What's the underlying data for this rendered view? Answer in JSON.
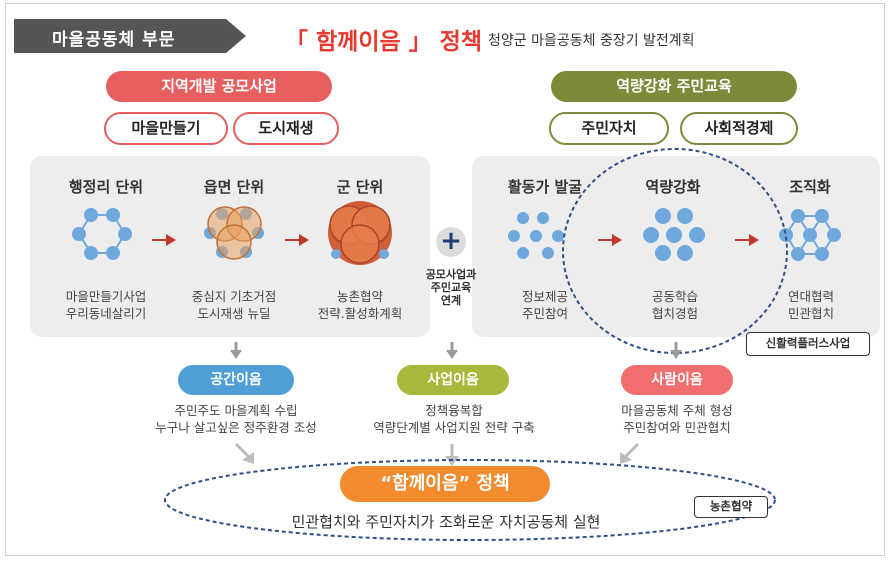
{
  "header": {
    "section_label": "마을공동체 부문",
    "policy_title": "「 함께이음 」 정책",
    "plan_title": "청양군 마을공동체 중장기 발전계획"
  },
  "left_group": {
    "heading": "지역개발 공모사업",
    "tags": [
      "마을만들기",
      "도시재생"
    ],
    "steps": [
      {
        "title": "행정리 단위",
        "desc": [
          "마을만들기사업",
          "우리동네살리기"
        ]
      },
      {
        "title": "읍면 단위",
        "desc": [
          "중심지 기초거점",
          "도시재생 뉴딜"
        ]
      },
      {
        "title": "군 단위",
        "desc": [
          "농촌협약",
          "전략.활성화계획"
        ]
      }
    ]
  },
  "connector": {
    "plus": "+",
    "label": [
      "공모사업과",
      "주민교육",
      "연계"
    ]
  },
  "right_group": {
    "heading": "역량강화 주민교육",
    "tags": [
      "주민자치",
      "사회적경제"
    ],
    "steps": [
      {
        "title": "활동가 발굴",
        "desc": [
          "정보제공",
          "주민참여"
        ]
      },
      {
        "title": "역량강화",
        "desc": [
          "공동학습",
          "협치경험"
        ]
      },
      {
        "title": "조직화",
        "desc": [
          "연대협력",
          "민관협치"
        ]
      }
    ],
    "program_label": "신활력플러스사업"
  },
  "outcomes": [
    {
      "label": "공간이음",
      "desc": [
        "주민주도 마을계획 수립",
        "누구나 살고싶은 정주환경 조성"
      ]
    },
    {
      "label": "사업이음",
      "desc": [
        "정책융복합",
        "역량단계별 사업지원 전략 구축"
      ]
    },
    {
      "label": "사람이음",
      "desc": [
        "마을공동체 주체 형성",
        "주민참여와 민관협치"
      ]
    }
  ],
  "final": {
    "title": "“함께이음” 정책",
    "desc": "민관협치와 주민자치가 조화로운 자치공동체 실현",
    "tag": "농촌협약"
  },
  "colors": {
    "header_dark": "#555555",
    "red": "#e8392e",
    "salmon": "#e65e5e",
    "olive": "#7e8a3a",
    "node_blue": "#6fa8dc",
    "blue_bubble": "#4f9fd6",
    "lime_bubble": "#a8b83a",
    "pink_bubble": "#f06e6e",
    "orange_final": "#f28a2e",
    "navy_dash": "#2f4f8a"
  }
}
